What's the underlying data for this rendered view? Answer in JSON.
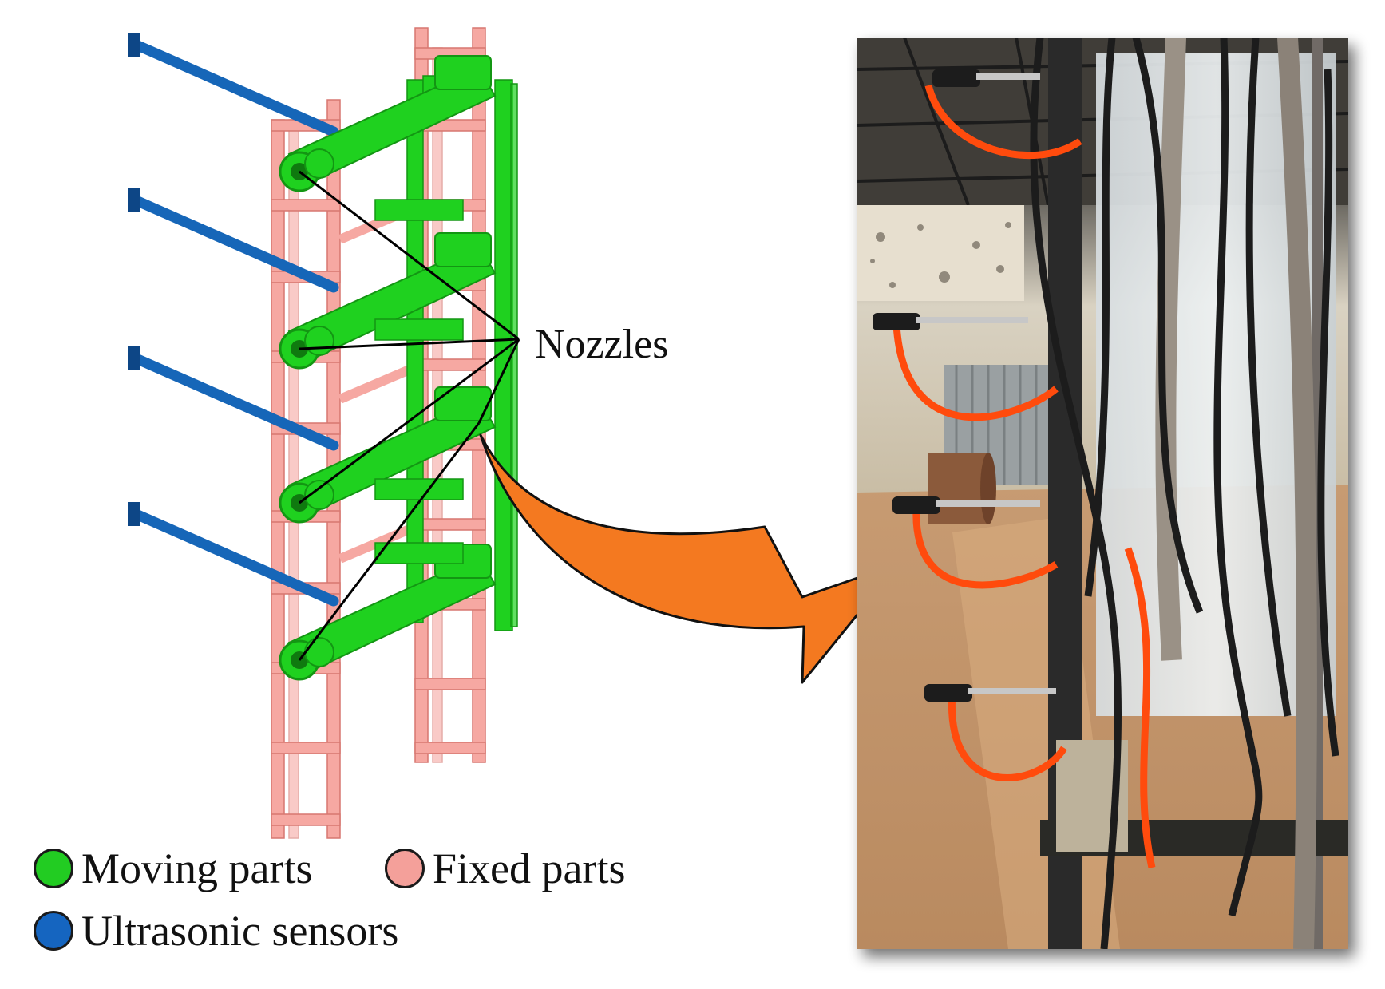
{
  "callout": {
    "label": "Nozzles"
  },
  "legend": [
    {
      "label": "Moving parts",
      "color": "#22cc22"
    },
    {
      "label": "Fixed parts",
      "color": "#f4a09a"
    },
    {
      "label": "Ultrasonic sensors",
      "color": "#1565c0"
    }
  ],
  "colors": {
    "moving": "#1fd11f",
    "moving_dark": "#139613",
    "fixed": "#f6a8a2",
    "fixed_dark": "#d77770",
    "sensor": "#1666b8",
    "sensor_dark": "#0d4686",
    "arrow": "#f47920",
    "hose": "#ff4a0a"
  },
  "photo": {
    "subject": "nozzle-rig-photograph"
  }
}
